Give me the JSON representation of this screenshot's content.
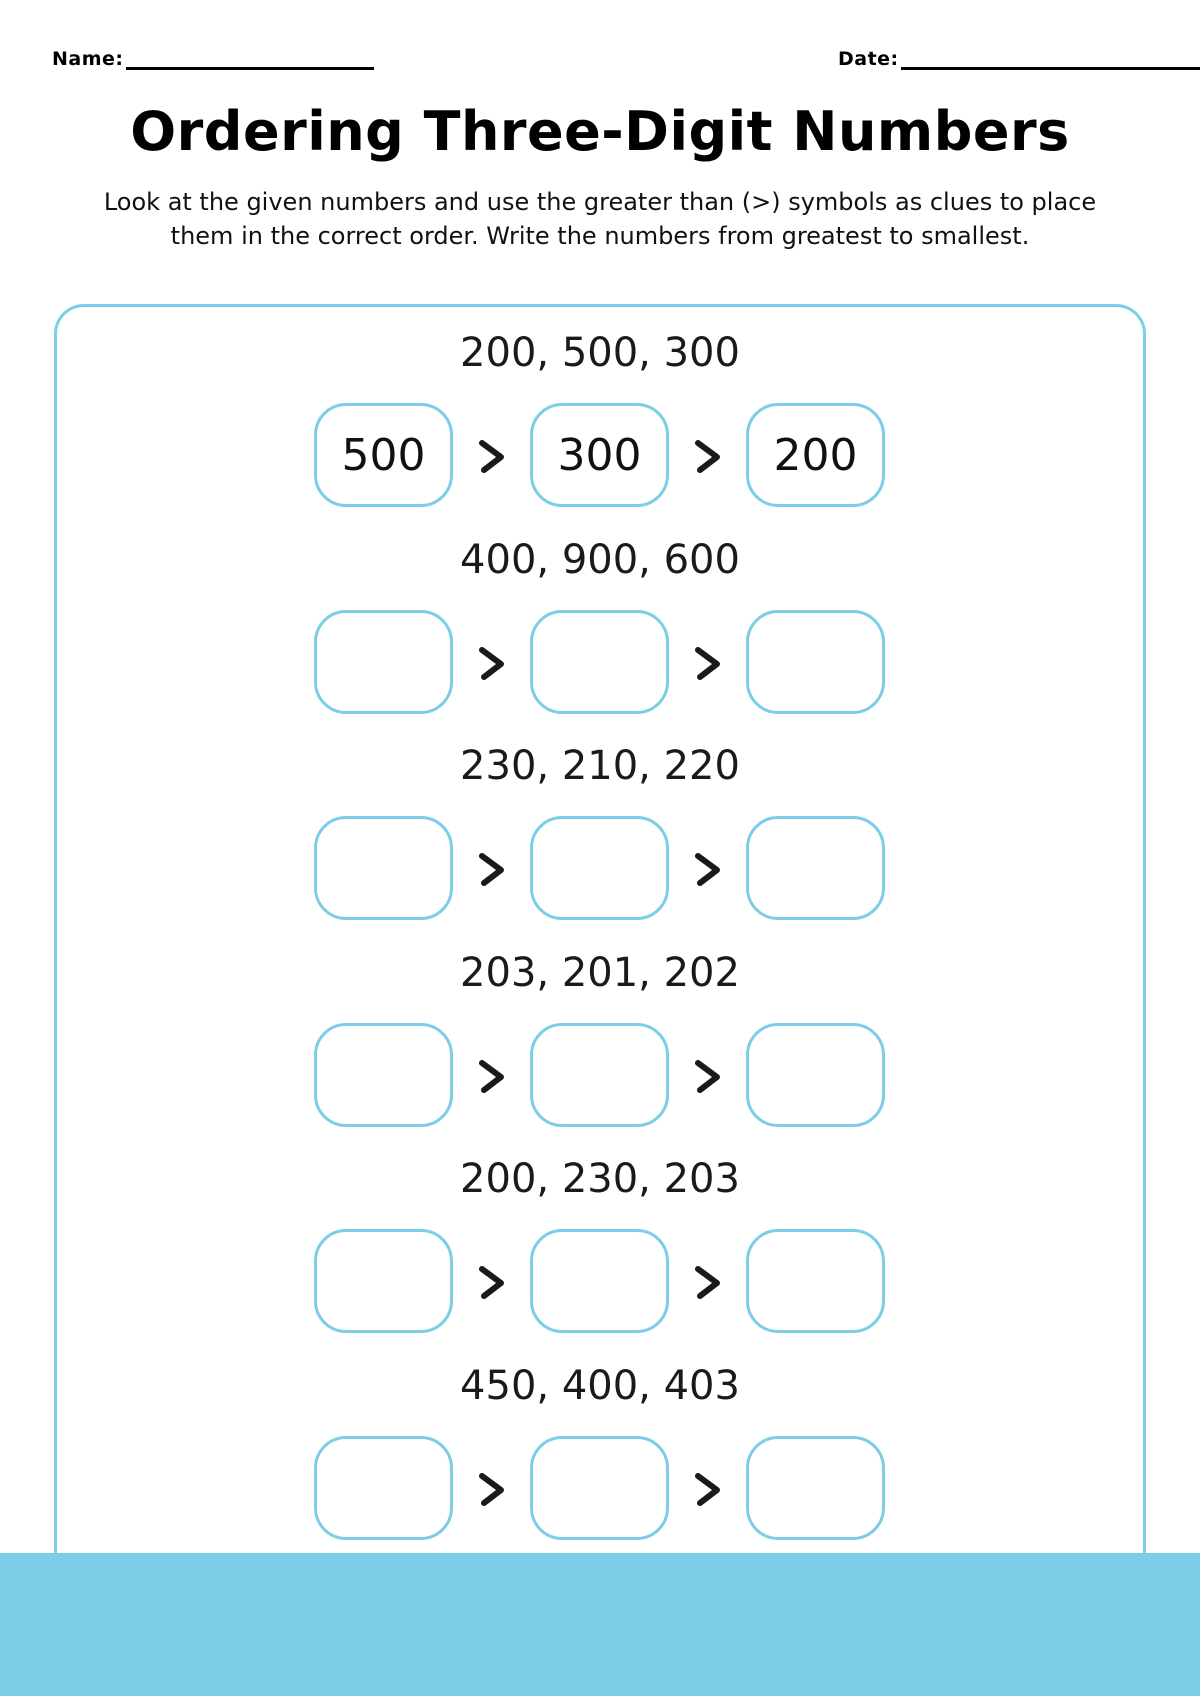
{
  "header": {
    "name_label": "Name:",
    "date_label": "Date:"
  },
  "title": "Ordering Three-Digit Numbers",
  "instructions": "Look at the given numbers and use the greater than (>) symbols as clues to place them in the correct order. Write the numbers from greatest to smallest.",
  "symbol": ">",
  "colors": {
    "accent": "#7bcde8",
    "text": "#111111"
  },
  "rows": [
    {
      "numbers": "200, 500, 300",
      "answers": [
        "500",
        "300",
        "200"
      ]
    },
    {
      "numbers": "400, 900, 600",
      "answers": [
        "",
        "",
        ""
      ]
    },
    {
      "numbers": "230, 210, 220",
      "answers": [
        "",
        "",
        ""
      ]
    },
    {
      "numbers": "203, 201, 202",
      "answers": [
        "",
        "",
        ""
      ]
    },
    {
      "numbers": "200, 230, 203",
      "answers": [
        "",
        "",
        ""
      ]
    },
    {
      "numbers": "450, 400, 403",
      "answers": [
        "",
        "",
        ""
      ]
    }
  ]
}
